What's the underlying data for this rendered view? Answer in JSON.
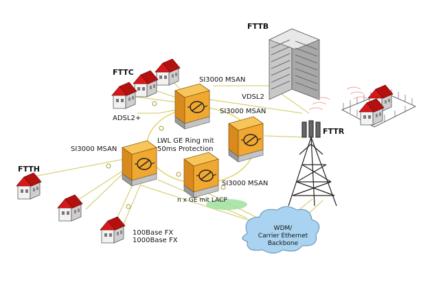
{
  "labels": {
    "fttb": "FTTB",
    "fttc": "FTTC",
    "ftth": "FTTH",
    "fttr": "FTTR",
    "adsl": "ADSL2+",
    "vdsl": "VDSL2",
    "ring_line1": "LWL GE Ring mit",
    "ring_line2": "50ms Protection",
    "lacp": "n x GE mit LACP",
    "fx100": "100Base FX",
    "fx1000": "1000Base FX",
    "cloud_line1": "WDM/",
    "cloud_line2": "Carrier Ethernet",
    "cloud_line3": "Backbone",
    "msan_top": "SI3000 MSAN",
    "msan_right": "SI3000 MSAN",
    "msan_left": "SI3000 MSAN",
    "msan_bottom": "SI3000 MSAN"
  },
  "colors": {
    "cable": "#d9d27a",
    "ring": "#e0d66a",
    "msan_orange": "#f0a830",
    "house_roof": "#d81818",
    "cloud": "#a9d3f0",
    "lacp_ellipse": "#9fe09f"
  },
  "icons": [
    "msan-node-icon",
    "house-icon",
    "building-icon",
    "tower-icon",
    "cloud-icon"
  ]
}
